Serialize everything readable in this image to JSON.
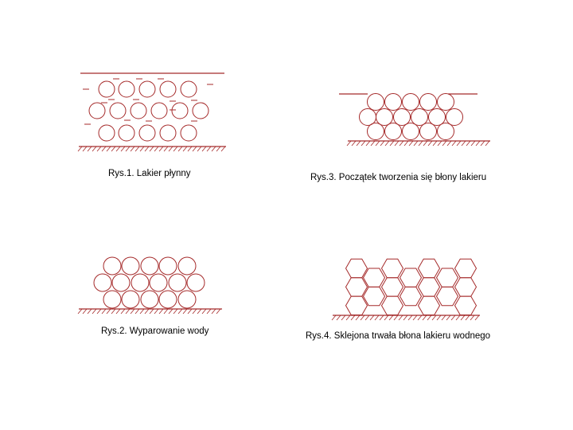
{
  "colors": {
    "stroke": "#a52a2a",
    "background": "#ffffff",
    "caption_text": "#000000"
  },
  "figures": [
    {
      "id": "fig1",
      "caption": "Rys.1. Lakier płynny"
    },
    {
      "id": "fig2",
      "caption": "Rys.2. Wyparowanie wody"
    },
    {
      "id": "fig3",
      "caption": "Rys.3. Początek tworzenia się błony lakieru"
    },
    {
      "id": "fig4",
      "caption": "Rys.4. Sklejona trwała błona lakieru wodnego"
    }
  ]
}
